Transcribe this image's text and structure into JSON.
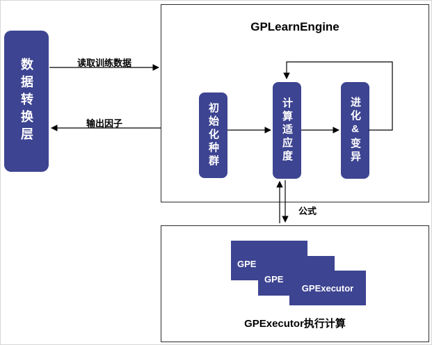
{
  "canvas": {
    "accent_color": "#3d4491",
    "line_color": "#000000",
    "background": "#ffffff"
  },
  "left_panel": {
    "label": "数据转换层"
  },
  "engine": {
    "title": "GPLearnEngine",
    "stages": [
      {
        "label": "初始化种群"
      },
      {
        "label": "计算适应度"
      },
      {
        "label": "进化&变异"
      }
    ]
  },
  "arrows": {
    "read_data_label": "读取训练数据",
    "output_factor_label": "输出因子",
    "formula_label": "公式"
  },
  "executor": {
    "title": "GPExecutor执行计算",
    "cards": [
      {
        "label": "GPE"
      },
      {
        "label": "GPE"
      },
      {
        "label": "GPExecutor"
      }
    ]
  }
}
